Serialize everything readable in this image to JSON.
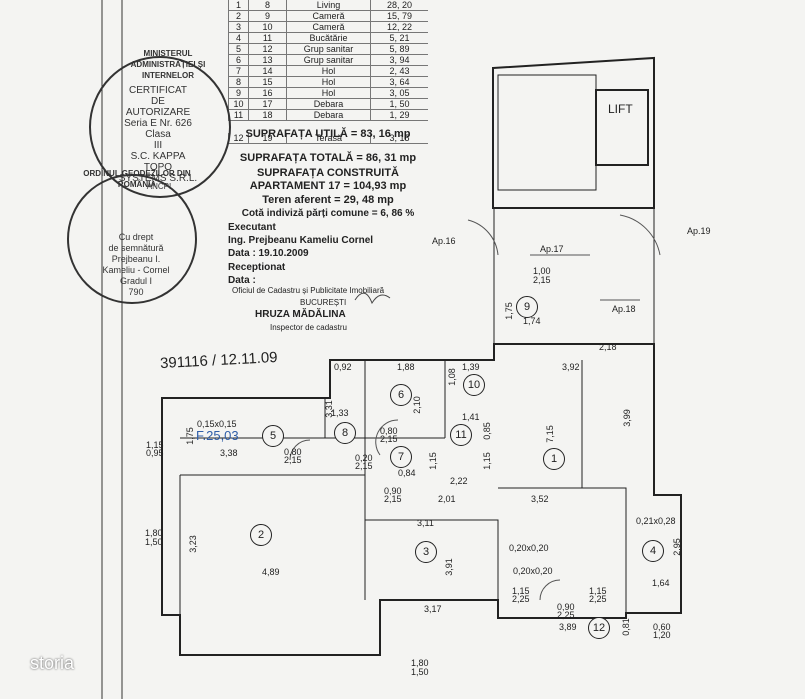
{
  "table": {
    "rows": [
      [
        "1",
        "8",
        "Living",
        "28, 20"
      ],
      [
        "2",
        "9",
        "Cameră",
        "15, 79"
      ],
      [
        "3",
        "10",
        "Cameră",
        "12, 22"
      ],
      [
        "4",
        "11",
        "Bucătărie",
        "5, 21"
      ],
      [
        "5",
        "12",
        "Grup sanitar",
        "5, 89"
      ],
      [
        "6",
        "13",
        "Grup sanitar",
        "3, 94"
      ],
      [
        "7",
        "14",
        "Hol",
        "2, 43"
      ],
      [
        "8",
        "15",
        "Hol",
        "3, 64"
      ],
      [
        "9",
        "16",
        "Hol",
        "3, 05"
      ],
      [
        "10",
        "17",
        "Debara",
        "1, 50"
      ],
      [
        "11",
        "18",
        "Debara",
        "1, 29"
      ],
      [
        "12",
        "19",
        "Terasă",
        "3, 15"
      ]
    ],
    "summary": {
      "utila": "SUPRAFAȚA UTILĂ = 83, 16 mp",
      "totala": "SUPRAFAȚA TOTALĂ = 86, 31 mp",
      "construita_title": "SUPRAFAȚA CONSTRUITĂ",
      "apartament": "APARTAMENT 17 = 104,93 mp",
      "teren": "Teren aferent = 29, 48 mp",
      "cota": "Cotă indiviză părți comune = 6, 86 %"
    },
    "meta": {
      "executant": "Executant",
      "name": "Ing. Prejbeanu Kameliu Cornel",
      "data1": "Data : 19.10.2009",
      "receptionat": "Receptionat",
      "data2": "Data :",
      "office": "Oficiul de Cadastru și Publicitate Imobiliară",
      "city": "BUCUREȘTI",
      "inspector": "HRUZA MĂDĂLINA",
      "role": "Inspector de cadastru"
    }
  },
  "stamp": {
    "top": "MINISTERUL ADMINISTRAȚIEI ȘI INTERNELOR",
    "lines": [
      "CERTIFICAT",
      "DE",
      "AUTORIZARE",
      "Seria E Nr. 626",
      "Clasa",
      "III",
      "S.C. KAPPA TOPO",
      "SYSTEMS S.R.L.",
      "ANCPI"
    ],
    "round2": "ORDINUL GEODEZILOR DIN ROMÂNIA",
    "round2_lines": [
      "Cu drept",
      "de semnătură",
      "Prejbeanu I.",
      "Kameliu - Cornel",
      "Gradul I",
      "790"
    ]
  },
  "handwriting": "391116 / 12.11.09",
  "plan": {
    "lift": "LIFT",
    "rooms": [
      "1",
      "2",
      "3",
      "4",
      "5",
      "6",
      "7",
      "8",
      "9",
      "10",
      "11",
      "12"
    ],
    "dims": [
      "3,92",
      "7,15",
      "3,99",
      "3,52",
      "3,11",
      "4,89",
      "3,91",
      "3,17",
      "3,89",
      "3,23",
      "1,88",
      "2,10",
      "0,92",
      "1,39",
      "1,08",
      "3,31",
      "1,33",
      "1,41",
      "0,85",
      "0,80",
      "2,15",
      "0,80",
      "2,15",
      "0,20",
      "2,15",
      "0,84",
      "1,15",
      "2,22",
      "2,01",
      "1,15",
      "2,18",
      "1,74",
      "1,75",
      "0,15x0,15",
      "3,38",
      "1,75",
      "1,15",
      "0,95",
      "1,80",
      "1,50",
      "1,80",
      "1,50",
      "0,21x0,28",
      "2,95",
      "1,64",
      "1,15",
      "2,25",
      "0,90",
      "2,25",
      "0,20x0,20",
      "0,20x0,20",
      "1,15",
      "2,25",
      "0,81",
      "0,60",
      "1,20",
      "1,00",
      "2,15",
      "0,90",
      "2,15"
    ],
    "ap_labels": [
      "Ap.16",
      "Ap.17",
      "Ap.18",
      "Ap.19"
    ],
    "fnote": "F.25,03"
  },
  "watermark": "storia"
}
